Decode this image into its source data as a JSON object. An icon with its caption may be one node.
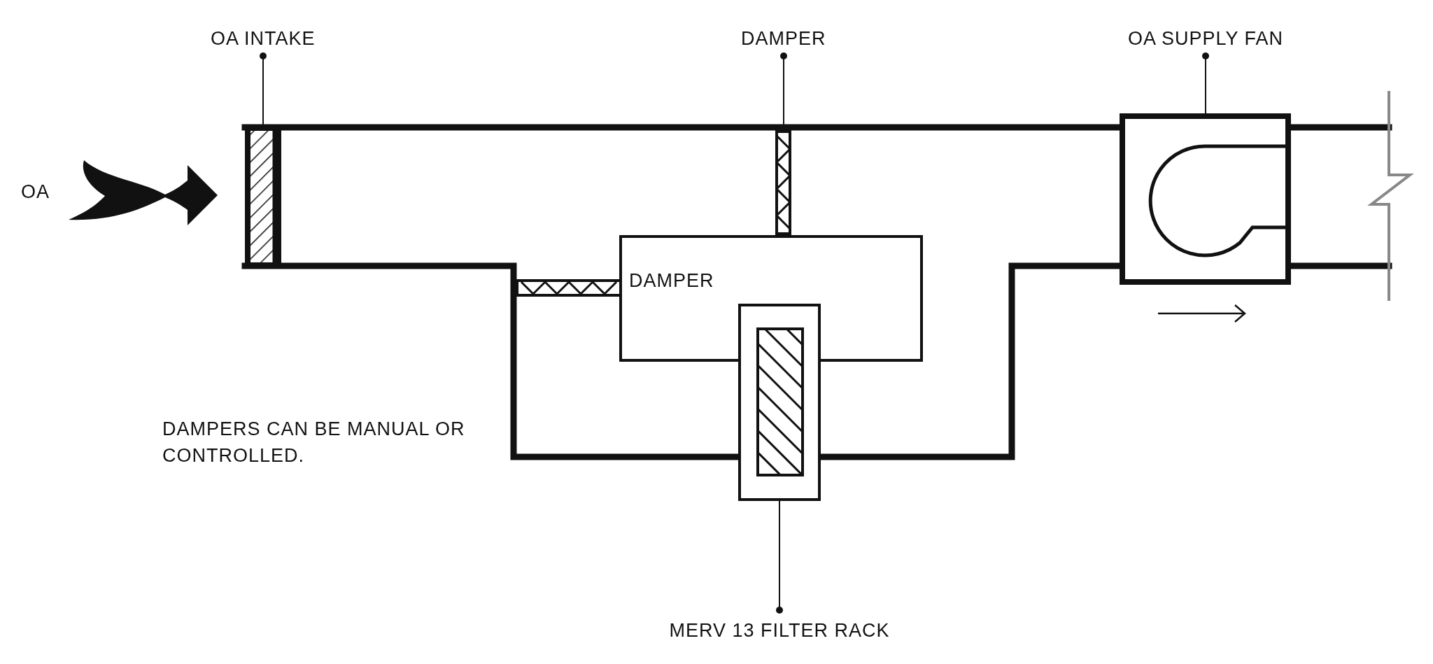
{
  "diagram": {
    "nodes": [
      {
        "text": [
          "OA INTAKE"
        ]
      },
      {
        "text": [],
        "shape": "box"
      },
      {
        "text": [
          "DAMPER"
        ]
      },
      {
        "text": [],
        "shape": "box"
      },
      {
        "text": [
          "OA SUPPLY FAN"
        ]
      },
      {
        "text": [],
        "shape": "box"
      },
      {
        "text": [
          "DAMPER"
        ]
      },
      {
        "text": [
          "MERV 13 FILTER RACK"
        ]
      },
      {
        "text": [],
        "shape": "box"
      }
    ],
    "edges": [
      {
        "from": 0,
        "to": 1,
        "arrow": "other"
      },
      {
        "from": 2,
        "to": 3,
        "arrow": "other"
      },
      {
        "from": 4,
        "to": 5,
        "arrow": "other"
      },
      {
        "from": 7,
        "to": 8,
        "arrow": "other"
      }
    ],
    "labels": [
      "OA",
      "DAMPERS CAN BE MANUAL OR CONTROLLED."
    ]
  }
}
